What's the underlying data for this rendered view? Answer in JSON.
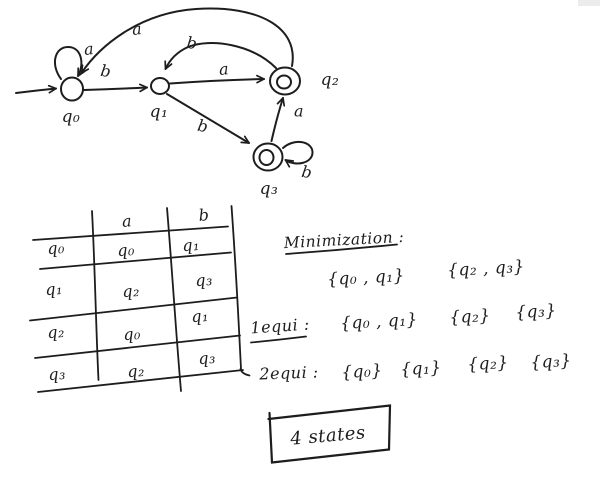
{
  "page": {
    "background": "#ffffff",
    "ink": "#1d1d1d"
  },
  "automaton": {
    "states": [
      {
        "id": "q0",
        "label": "q₀",
        "start": true,
        "accepting": false
      },
      {
        "id": "q1",
        "label": "q₁",
        "start": false,
        "accepting": false
      },
      {
        "id": "q2",
        "label": "q₂",
        "start": false,
        "accepting": true
      },
      {
        "id": "q3",
        "label": "q₃",
        "start": false,
        "accepting": true
      }
    ],
    "edges": [
      {
        "from": "q0",
        "to": "q0",
        "symbol": "a"
      },
      {
        "from": "q0",
        "to": "q1",
        "symbol": "b"
      },
      {
        "from": "q1",
        "to": "q2",
        "symbol": "a"
      },
      {
        "from": "q2",
        "to": "q1",
        "symbol": "b"
      },
      {
        "from": "q2",
        "to": "q0",
        "symbol": "a"
      },
      {
        "from": "q1",
        "to": "q3",
        "symbol": "b"
      },
      {
        "from": "q3",
        "to": "q2",
        "symbol": "a"
      },
      {
        "from": "q3",
        "to": "q3",
        "symbol": "b"
      }
    ]
  },
  "table": {
    "headers": [
      "a",
      "b"
    ],
    "rows": [
      {
        "state": "q₀",
        "a": "q₀",
        "b": "q₁"
      },
      {
        "state": "q₁",
        "a": "q₂",
        "b": "q₃"
      },
      {
        "state": "q₂",
        "a": "q₀",
        "b": "q₁"
      },
      {
        "state": "q₃",
        "a": "q₂",
        "b": "q₃"
      }
    ]
  },
  "notes": {
    "title": "Minimization :",
    "partition": [
      "{q₀ , q₁}",
      "{q₂ , q₃}"
    ],
    "equi1_label": "1equi :",
    "equi1": [
      "{q₀ , q₁}",
      "{q₂}",
      "{q₃}"
    ],
    "equi2_label": "2equi :",
    "equi2": [
      "{q₀}",
      "{q₁}",
      "{q₂}",
      "{q₃}"
    ],
    "result": "4 states"
  }
}
